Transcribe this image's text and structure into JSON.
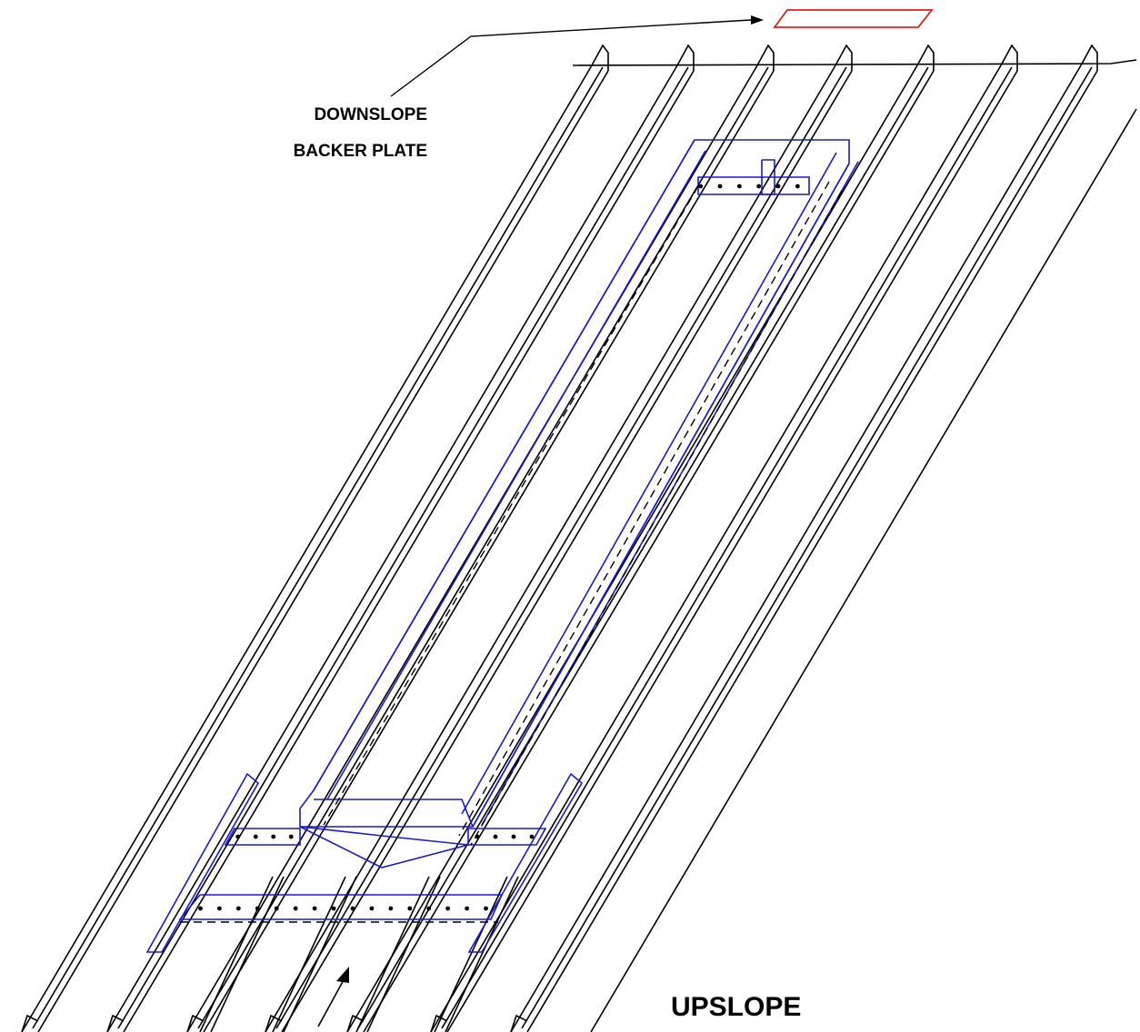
{
  "labels": {
    "downslope_line1": "DOWNSLOPE",
    "downslope_line2": "BACKER PLATE",
    "upslope": "UPSLOPE"
  },
  "colors": {
    "roof": "#000000",
    "curb": "#1a1acc",
    "backer_plate": "#e02020"
  }
}
